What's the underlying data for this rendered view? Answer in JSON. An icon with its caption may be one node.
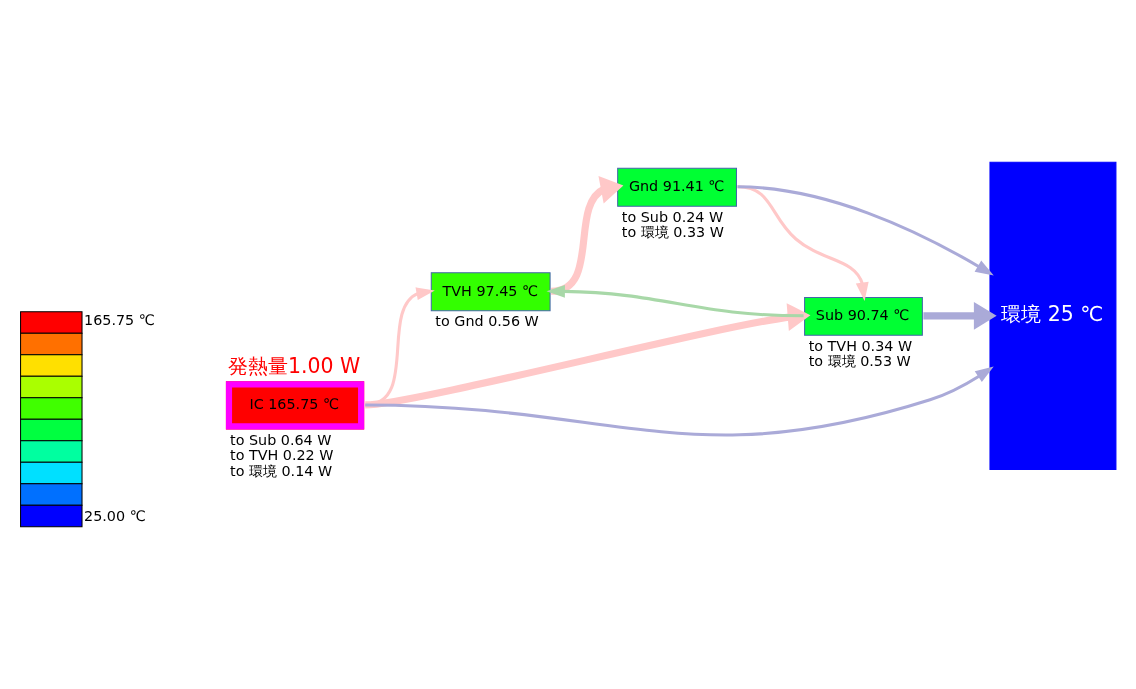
{
  "diagram": {
    "nodes": [
      {
        "text": [],
        "shape": "bar",
        "beside": [
          "165.75 ℃",
          "25.00 ℃"
        ]
      },
      {
        "text": [
          "発熱量1.00 W",
          "IC 165.75 ℃"
        ],
        "beside": [
          "to Sub 0.64 W",
          "to TVH 0.22 W",
          "to 環境 0.14 W"
        ]
      },
      {
        "text": [
          "TVH 97.45 ℃"
        ],
        "beside": [
          "to Gnd 0.56 W"
        ]
      },
      {
        "text": [
          "Gnd 91.41 ℃"
        ],
        "beside": [
          "to Sub 0.24 W",
          "to 環境 0.33 W"
        ]
      },
      {
        "text": [
          "Sub 90.74 ℃"
        ],
        "beside": [
          "to TVH 0.34 W",
          "to 環境 0.53 W"
        ]
      },
      {
        "text": [
          "環境 25 ℃"
        ]
      }
    ],
    "edges": [
      {
        "from": 1,
        "to": 5,
        "arrow": "to",
        "color": "#aaaad8"
      },
      {
        "from": 1,
        "to": 2,
        "arrow": "to",
        "color": "#ffc8c8"
      },
      {
        "from": 1,
        "to": 4,
        "arrow": "to",
        "style": "thick",
        "color": "#ffc8c8"
      },
      {
        "from": 2,
        "to": 3,
        "arrow": "to",
        "style": "thick",
        "color": "#ffc8c8"
      },
      {
        "from": 3,
        "to": 5,
        "arrow": "to",
        "color": "#aaaad8"
      },
      {
        "from": 3,
        "to": 4,
        "arrow": "to",
        "color": "#ffc8c8"
      },
      {
        "from": 4,
        "to": 2,
        "arrow": "to",
        "color": "#a8d8a8"
      },
      {
        "from": 4,
        "to": 5,
        "arrow": "to",
        "style": "thick",
        "color": "#aaaad8"
      }
    ]
  }
}
